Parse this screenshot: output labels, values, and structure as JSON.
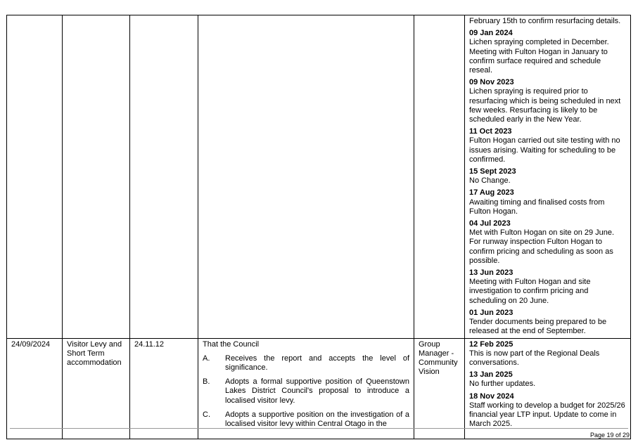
{
  "row1": {
    "continuation": "February 15th to confirm resurfacing details.",
    "updates": [
      {
        "date": "09 Jan 2024",
        "text": "Lichen spraying completed in December. Meeting with Fulton Hogan in January to confirm surface required and schedule reseal."
      },
      {
        "date": "09 Nov 2023",
        "text": "Lichen spraying is required prior to resurfacing which is being scheduled in next few weeks. Resurfacing is likely to be scheduled early in the New Year."
      },
      {
        "date": "11 Oct 2023",
        "text": "Fulton Hogan carried out site testing with no issues arising. Waiting for scheduling to be confirmed."
      },
      {
        "date": "15 Sept 2023",
        "text": "No Change."
      },
      {
        "date": "17 Aug 2023",
        "text": "Awaiting timing and finalised costs from Fulton Hogan."
      },
      {
        "date": "04 Jul 2023",
        "text": "Met with Fulton Hogan on site on 29 June. For runway inspection Fulton Hogan to confirm pricing and scheduling as soon as possible."
      },
      {
        "date": "13 Jun 2023",
        "text": "Meeting with Fulton Hogan and site investigation to confirm pricing and scheduling on 20 June."
      },
      {
        "date": "01 Jun 2023",
        "text": "Tender documents being prepared to be released at the end of September."
      }
    ]
  },
  "row2": {
    "meeting_date": "24/09/2024",
    "topic": "Visitor Levy and Short Term accommodation",
    "resolution_no": "24.11.12",
    "resolution_intro": "That the Council",
    "resolution_items": [
      {
        "letter": "A.",
        "text": "Receives the report and accepts the level of significance."
      },
      {
        "letter": "B.",
        "text": "Adopts a formal supportive position of Queenstown Lakes District Council's proposal to introduce a localised visitor levy."
      },
      {
        "letter": "C.",
        "text": "Adopts a supportive position on the investigation of a localised visitor levy within Central Otago in the"
      }
    ],
    "owner": "Group Manager - Community Vision",
    "updates": [
      {
        "date": "12 Feb 2025",
        "text": "This is now part of the Regional Deals conversations."
      },
      {
        "date": "13 Jan 2025",
        "text": "No further updates."
      },
      {
        "date": "18 Nov 2024",
        "text": "Staff working to develop a budget for 2025/26 financial year LTP input. Update to come in March 2025."
      }
    ]
  },
  "footer": {
    "page": "Page 19 of 29"
  }
}
